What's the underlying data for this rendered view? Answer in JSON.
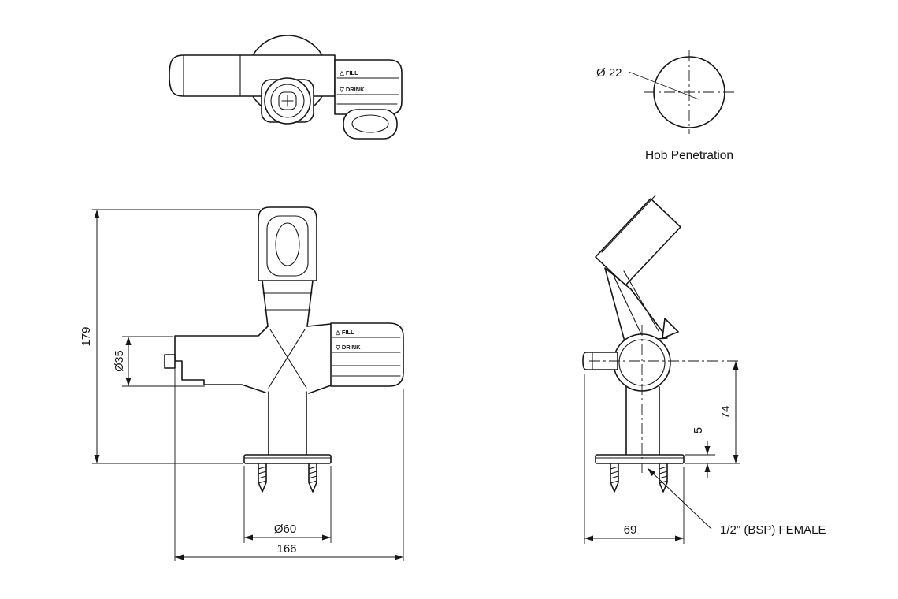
{
  "colors": {
    "line": "#161616",
    "background": "#ffffff"
  },
  "top_view": {
    "fill_label": "△ FILL",
    "drink_label": "▽ DRINK"
  },
  "hob_penetration": {
    "diameter_label": "Ø 22",
    "caption": "Hob Penetration"
  },
  "front_view": {
    "fill_label": "△ FILL",
    "drink_label": "▽ DRINK",
    "dim_overall_height": "179",
    "dim_spout_diameter": "Ø35",
    "dim_flange_diameter": "Ø60",
    "dim_overall_width": "166"
  },
  "side_view": {
    "dim_centre_height": "74",
    "dim_flange_thickness": "5",
    "dim_base_width": "69",
    "thread_label": "1/2\" (BSP) FEMALE"
  }
}
